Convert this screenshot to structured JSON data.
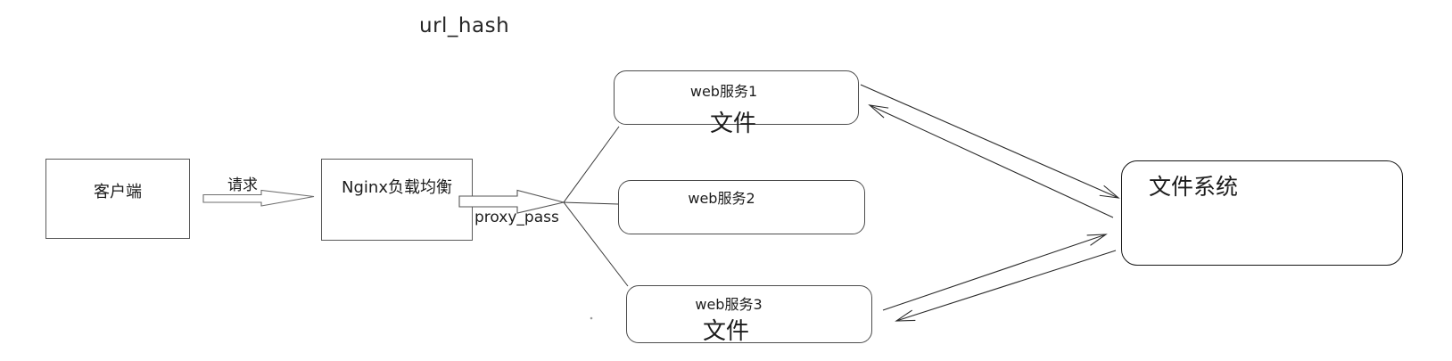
{
  "title": "url_hash",
  "nodes": {
    "client": {
      "label": "客户端"
    },
    "nginx": {
      "label": "Nginx负载均衡"
    },
    "web1": {
      "label": "web服务1",
      "sublabel": "文件"
    },
    "web2": {
      "label": "web服务2"
    },
    "web3": {
      "label": "web服务3",
      "sublabel": "文件"
    },
    "filesystem": {
      "label": "文件系统"
    }
  },
  "labels": {
    "request": "请求",
    "proxy_pass": "proxy_pass"
  },
  "colors": {
    "background": "#ffffff",
    "line": "#2b2b2b",
    "rect_border": "#5a5a5a",
    "rounded_border": "#4c4c4c",
    "filesystem_border": "#141414",
    "text": "#1c1c1c"
  }
}
